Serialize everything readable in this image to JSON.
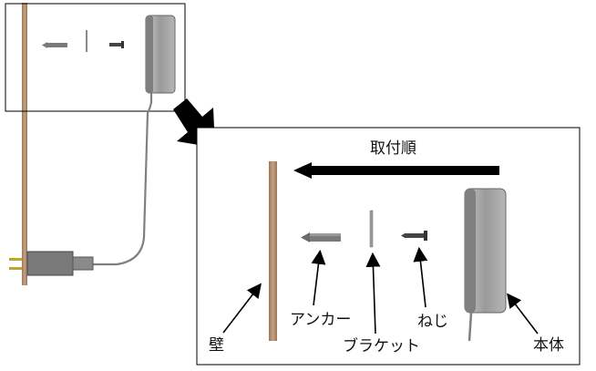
{
  "labels": {
    "order": "取付順",
    "wall": "壁",
    "anchor": "アンカー",
    "bracket": "ブラケット",
    "screw": "ねじ",
    "body": "本体"
  },
  "colors": {
    "wall": "#b08a6a",
    "wall_dark": "#8a6a50",
    "device": "#a4a4a4",
    "device_dark": "#7a7a7a",
    "frame": "#000000"
  }
}
